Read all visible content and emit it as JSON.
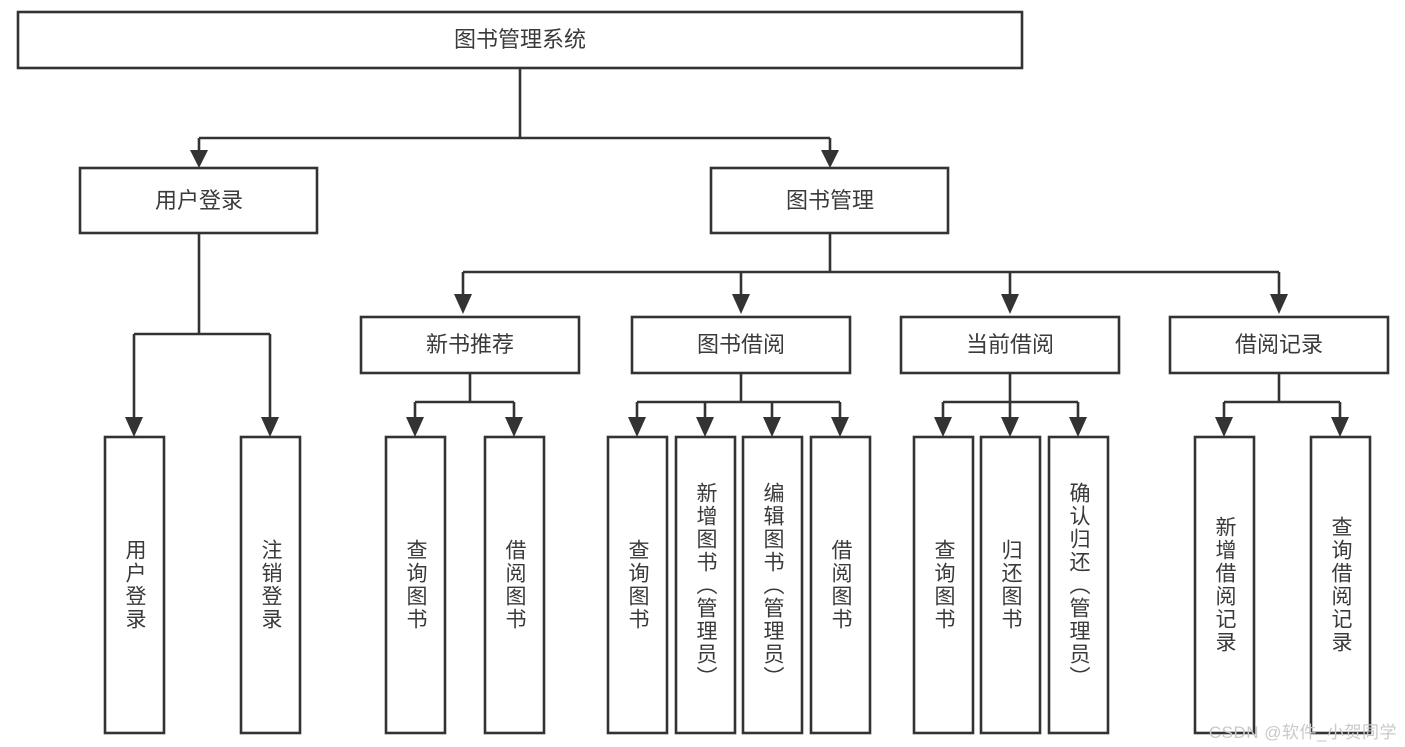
{
  "diagram": {
    "title": "图书管理系统",
    "type": "tree",
    "colors": {
      "background": "#ffffff",
      "box_stroke": "#333333",
      "box_fill": "#ffffff",
      "text": "#3a3a3a",
      "watermark": "#c9c9c9"
    },
    "root": {
      "label": "图书管理系统"
    },
    "level2": [
      {
        "label": "用户登录"
      },
      {
        "label": "图书管理"
      }
    ],
    "level3": [
      {
        "label": "新书推荐"
      },
      {
        "label": "图书借阅"
      },
      {
        "label": "当前借阅"
      },
      {
        "label": "借阅记录"
      }
    ],
    "leaves": {
      "user_login": [
        {
          "label": "用户登录"
        },
        {
          "label": "注销登录"
        }
      ],
      "new_book": [
        {
          "label": "查询图书"
        },
        {
          "label": "借阅图书"
        }
      ],
      "book_borrow": [
        {
          "label": "查询图书"
        },
        {
          "label": "新增图书（管理员）"
        },
        {
          "label": "编辑图书（管理员）"
        },
        {
          "label": "借阅图书"
        }
      ],
      "current_borrow": [
        {
          "label": "查询图书"
        },
        {
          "label": "归还图书"
        },
        {
          "label": "确认归还（管理员）"
        }
      ],
      "borrow_record": [
        {
          "label": "新增借阅记录"
        },
        {
          "label": "查询借阅记录"
        }
      ]
    },
    "watermark": "CSDN @软件_小贺同学"
  }
}
